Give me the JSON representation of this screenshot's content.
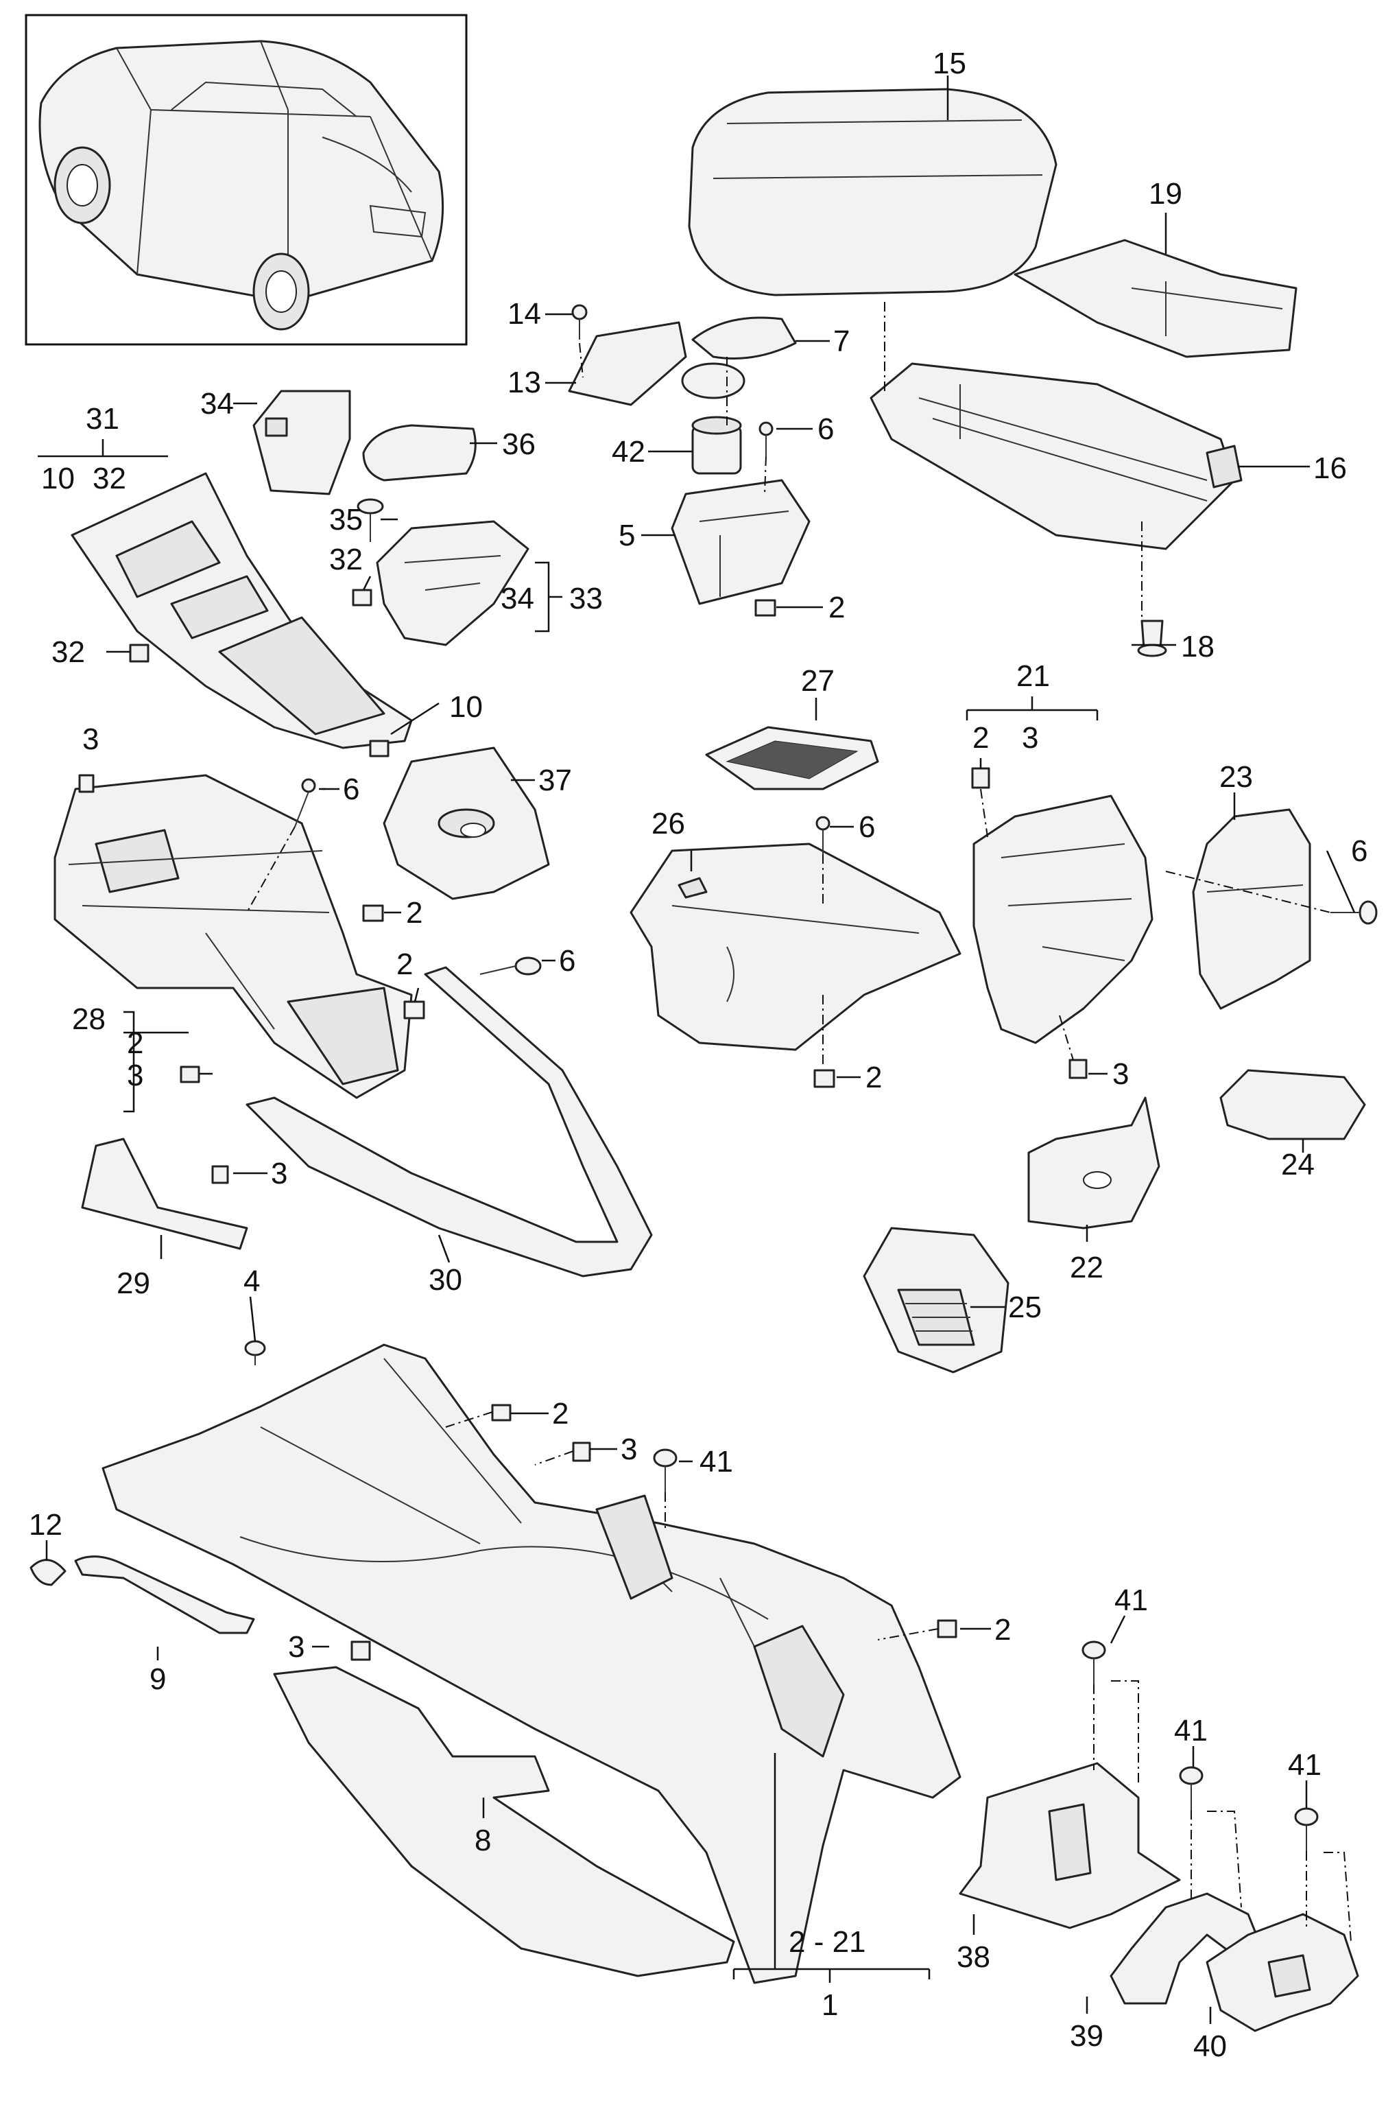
{
  "labels": {
    "p1": "1",
    "p2_21": "2 - 21",
    "p2a": "2",
    "p2b": "2",
    "p2c": "2",
    "p2d": "2",
    "p2e": "2",
    "p2f": "2",
    "p2g": "2",
    "p2h": "2",
    "p3a": "3",
    "p3b": "3",
    "p3c": "3",
    "p3d": "3",
    "p3e": "3",
    "p3f": "3",
    "p3g": "3",
    "p4": "4",
    "p5": "5",
    "p6a": "6",
    "p6b": "6",
    "p6c": "6",
    "p6d": "6",
    "p6e": "6",
    "p7": "7",
    "p8": "8",
    "p9": "9",
    "p10a": "10",
    "p10b": "10",
    "p12": "12",
    "p13": "13",
    "p14": "14",
    "p15": "15",
    "p16": "16",
    "p18": "18",
    "p19": "19",
    "p21": "21",
    "p22": "22",
    "p23": "23",
    "p24": "24",
    "p25": "25",
    "p26": "26",
    "p27": "27",
    "p28": "28",
    "p29": "29",
    "p30": "30",
    "p31": "31",
    "p32a": "32",
    "p32b": "32",
    "p32c": "32",
    "p33": "33",
    "p34a": "34",
    "p34b": "34",
    "p35": "35",
    "p36": "36",
    "p37": "37",
    "p38": "38",
    "p39": "39",
    "p40": "40",
    "p41a": "41",
    "p41b": "41",
    "p41c": "41",
    "p41d": "41",
    "p42": "42"
  }
}
